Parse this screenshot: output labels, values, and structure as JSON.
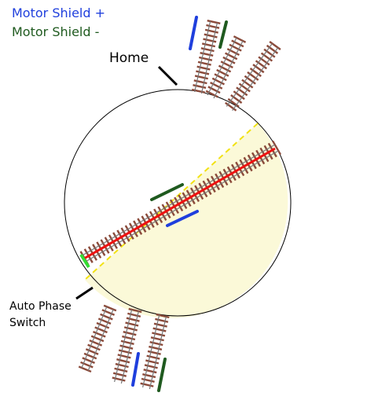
{
  "legend": {
    "plus_label": "Motor Shield +",
    "minus_label": "Motor Shield -"
  },
  "labels": {
    "home": "Home",
    "auto_phase_line1": "Auto Phase",
    "auto_phase_line2": "Switch"
  },
  "colors": {
    "plus": "#1f3fdd",
    "minus": "#1f5a1f",
    "rail": "#777777",
    "tie": "#8b4a3a",
    "red_center": "#ee1111",
    "dashed": "#f2e214",
    "half_fill": "#fbf9d8",
    "connector_green": "#33dd33"
  }
}
